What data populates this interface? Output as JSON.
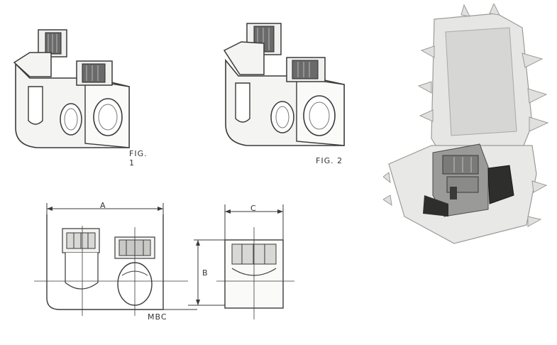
{
  "figures": {
    "fig1": {
      "caption": "FIG. 1"
    },
    "fig2": {
      "caption": "FIG. 2"
    },
    "front_view": {
      "dim_a": "A"
    },
    "side_view": {
      "dim_c": "C",
      "dim_b": "B",
      "dim_bottom": "MBC"
    }
  },
  "colors": {
    "ink": "#3a3a3a",
    "body_fill": "#f4f4f2",
    "screw_fill": "#6a6a6a",
    "enclosure_fill": "#e6e6e4"
  }
}
